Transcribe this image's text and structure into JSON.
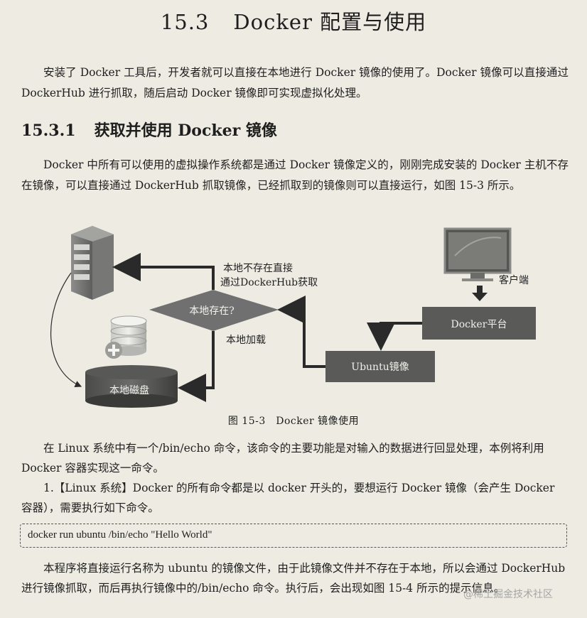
{
  "chapter": {
    "number": "15.3",
    "title": "Docker 配置与使用"
  },
  "intro": "安装了 Docker 工具后，开发者就可以直接在本地进行 Docker 镜像的使用了。Docker 镜像可以直接通过 DockerHub 进行抓取，随后启动 Docker 镜像即可实现虚拟化处理。",
  "section": {
    "number": "15.3.1",
    "title": "获取并使用 Docker 镜像"
  },
  "para1": "Docker 中所有可以使用的虚拟操作系统都是通过 Docker 镜像定义的，刚刚完成安装的 Docker 主机不存在镜像，可以直接通过 DockerHub 抓取镜像，已经抓取到的镜像则可以直接运行，如图 15-3 所示。",
  "diagram": {
    "labels": {
      "not_exist": "本地不存在直接",
      "fetch": "通过DockerHub获取",
      "decision": "本地存在?",
      "load": "本地加载",
      "disk": "本地磁盘",
      "client": "客户端",
      "platform": "Docker平台",
      "ubuntu": "Ubuntu镜像"
    },
    "icons": [
      "server-icon",
      "database-add-icon",
      "monitor-icon"
    ],
    "colors": {
      "box": "#5a5a58",
      "box_text": "#f0f0ea",
      "arrow": "#2a2a2a"
    }
  },
  "figure_caption": "图 15-3　Docker 镜像使用",
  "para2": "在 Linux 系统中有一个/bin/echo 命令，该命令的主要功能是对输入的数据进行回显处理，本例将利用 Docker 容器实现这一命令。",
  "step1": "1.【Linux 系统】Docker 的所有命令都是以 docker 开头的，要想运行 Docker 镜像（会产生 Docker 容器），需要执行如下命令。",
  "code": "docker run ubuntu /bin/echo \"Hello World\"",
  "para3": "本程序将直接运行名称为 ubuntu 的镜像文件，由于此镜像文件并不存在于本地，所以会通过 DockerHub 进行镜像抓取，而后再执行镜像中的/bin/echo 命令。执行后，会出现如图 15-4 所示的提示信息。",
  "watermark": "@稀土掘金技术社区"
}
